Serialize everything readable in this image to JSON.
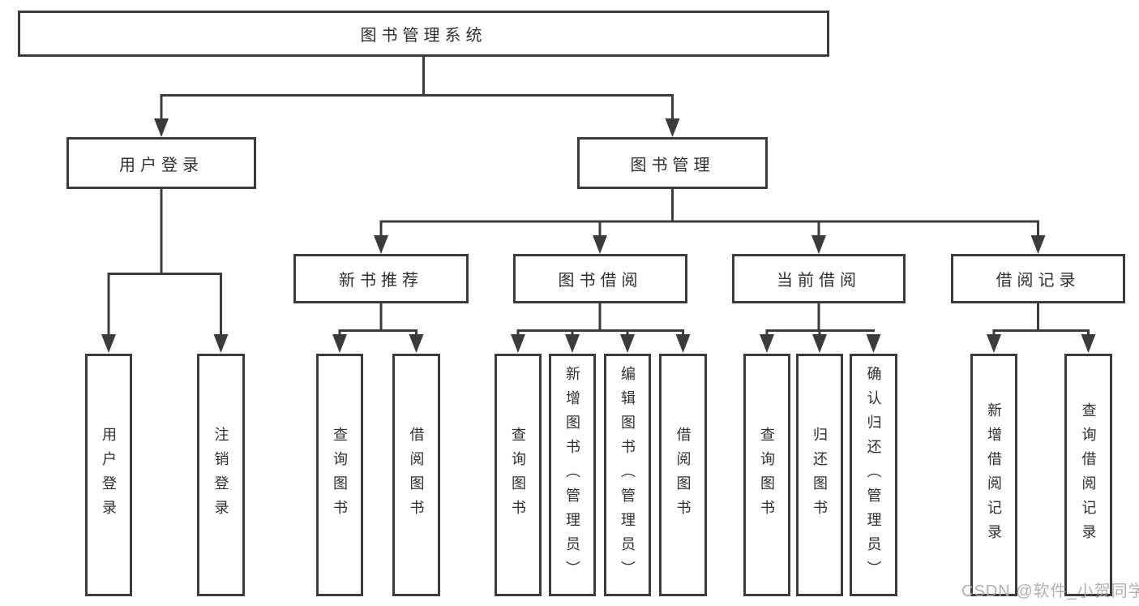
{
  "diagram": {
    "root": {
      "label": "图书管理系统",
      "children": [
        {
          "label": "用户登录",
          "children": [
            {
              "label": "用户登录"
            },
            {
              "label": "注销登录"
            }
          ]
        },
        {
          "label": "图书管理",
          "children": [
            {
              "label": "新书推荐",
              "children": [
                {
                  "label": "查询图书"
                },
                {
                  "label": "借阅图书"
                }
              ]
            },
            {
              "label": "图书借阅",
              "children": [
                {
                  "label": "查询图书"
                },
                {
                  "label": "新增图书（管理员）"
                },
                {
                  "label": "编辑图书（管理员）"
                },
                {
                  "label": "借阅图书"
                }
              ]
            },
            {
              "label": "当前借阅",
              "children": [
                {
                  "label": "查询图书"
                },
                {
                  "label": "归还图书"
                },
                {
                  "label": "确认归还（管理员）"
                }
              ]
            },
            {
              "label": "借阅记录",
              "children": [
                {
                  "label": "新增借阅记录"
                },
                {
                  "label": "查询借阅记录"
                }
              ]
            }
          ]
        }
      ]
    },
    "watermark": "CSDN @软件_小贺同学",
    "colors": {
      "line": "#3b3b3b",
      "box_border": "#3b3b3b",
      "box_fill": "#ffffff",
      "text": "#2f2f2f",
      "watermark": "#a8a8a8",
      "background": "#ffffff"
    }
  }
}
